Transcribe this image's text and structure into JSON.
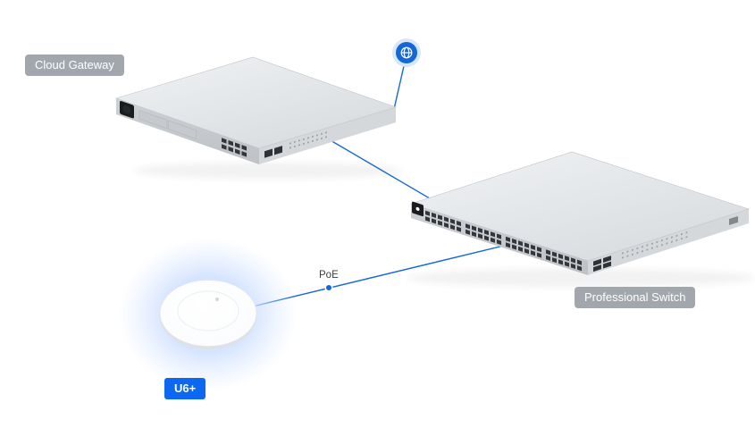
{
  "colors": {
    "background": "#ffffff",
    "accent_blue": "#1467d8",
    "badge_gray": "#a2a7ae",
    "badge_text": "#ffffff",
    "u6_badge_blue": "#0d68f1"
  },
  "diagram": {
    "nodes": {
      "internet": {
        "icon": "globe-icon"
      },
      "cloud_gateway": {
        "label": "Cloud Gateway"
      },
      "professional_switch": {
        "label": "Professional Switch"
      },
      "u6_plus": {
        "label": "U6+"
      }
    },
    "links": {
      "internet_to_gateway": {
        "label": ""
      },
      "gateway_to_switch": {
        "label": ""
      },
      "switch_to_u6": {
        "label": "PoE"
      }
    }
  }
}
